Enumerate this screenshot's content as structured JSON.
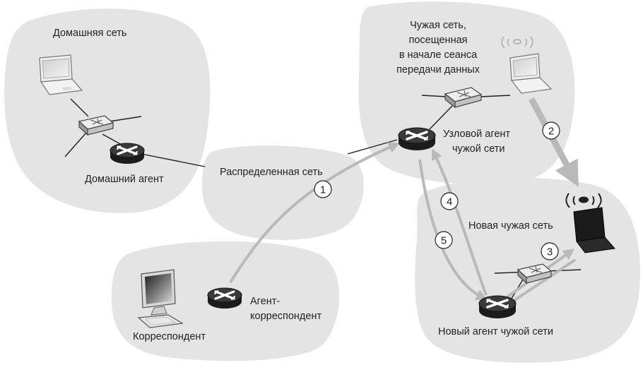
{
  "networks": {
    "home": "Домашняя сеть",
    "wide_area": "Распределенная сеть",
    "visited": [
      "Чужая сеть,",
      "посещенная",
      "в начале сеанса",
      "передачи данных"
    ],
    "new_visited": "Новая чужая сеть"
  },
  "agents": {
    "home": "Домашний агент",
    "anchor": [
      "Узловой агент",
      "чужой сети"
    ],
    "correspondent_agent": [
      "Агент-",
      "корреспондент"
    ],
    "new_foreign": "Новый агент чужой сети"
  },
  "hosts": {
    "correspondent": "Корреспондент"
  },
  "steps": [
    "1",
    "2",
    "3",
    "4",
    "5"
  ],
  "colors": {
    "cloud": "#e4e4e4",
    "flow_arrow": "#b9b9b9",
    "router": "#231f20",
    "switch": "#c8c8c8"
  }
}
